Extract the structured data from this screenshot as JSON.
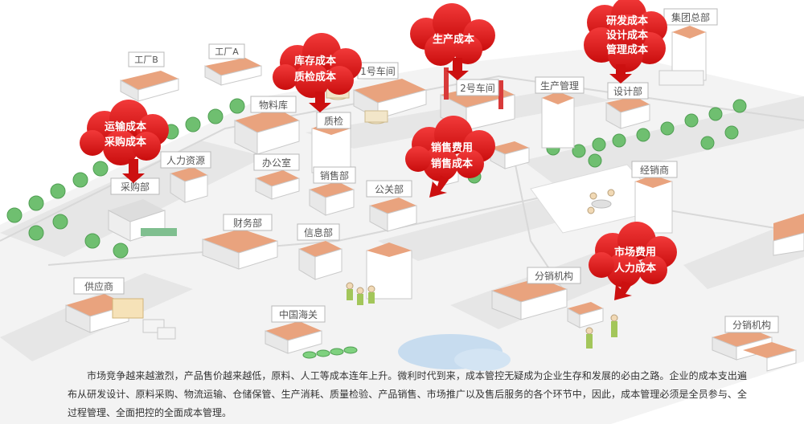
{
  "labels": {
    "factory_b": "工厂B",
    "factory_a": "工厂A",
    "workshop_1": "1号车间",
    "workshop_2": "2号车间",
    "production_mgmt": "生产管理",
    "design_dept": "设计部",
    "group_hq": "集团总部",
    "material_warehouse": "物料库",
    "quality_inspection": "质检",
    "hr": "人力资源",
    "office": "办公室",
    "sales_dept": "销售部",
    "pr_dept": "公关部",
    "distributor": "经销商",
    "procurement": "采购部",
    "finance": "财务部",
    "it_dept": "信息部",
    "supplier": "供应商",
    "china_customs": "中国海关",
    "branch_1": "分销机构",
    "branch_2": "分销机构"
  },
  "callouts": {
    "transport": {
      "line1": "运输成本",
      "line2": "采购成本"
    },
    "inventory": {
      "line1": "库存成本",
      "line2": "质检成本"
    },
    "production": {
      "line1": "生产成本"
    },
    "rd": {
      "line1": "研发成本",
      "line2": "设计成本",
      "line3": "管理成本"
    },
    "sales": {
      "line1": "销售费用",
      "line2": "销售成本"
    },
    "market": {
      "line1": "市场费用",
      "line2": "人力成本"
    }
  },
  "colors": {
    "callout_red": "#d51515",
    "roof_orange": "#e9a37e",
    "tree_green": "#6fbf70"
  },
  "paragraph": "市场竞争越来越激烈，产品售价越来越低，原料、人工等成本连年上升。微利时代到来，成本管控无疑成为企业生存和发展的必由之路。企业的成本支出遍布从研发设计、原料采购、物流运输、仓储保管、生产消耗、质量检验、产品销售、市场推广以及售后服务的各个环节中，因此，成本管理必须是全员参与、全过程管理、全面把控的全面成本管理。"
}
